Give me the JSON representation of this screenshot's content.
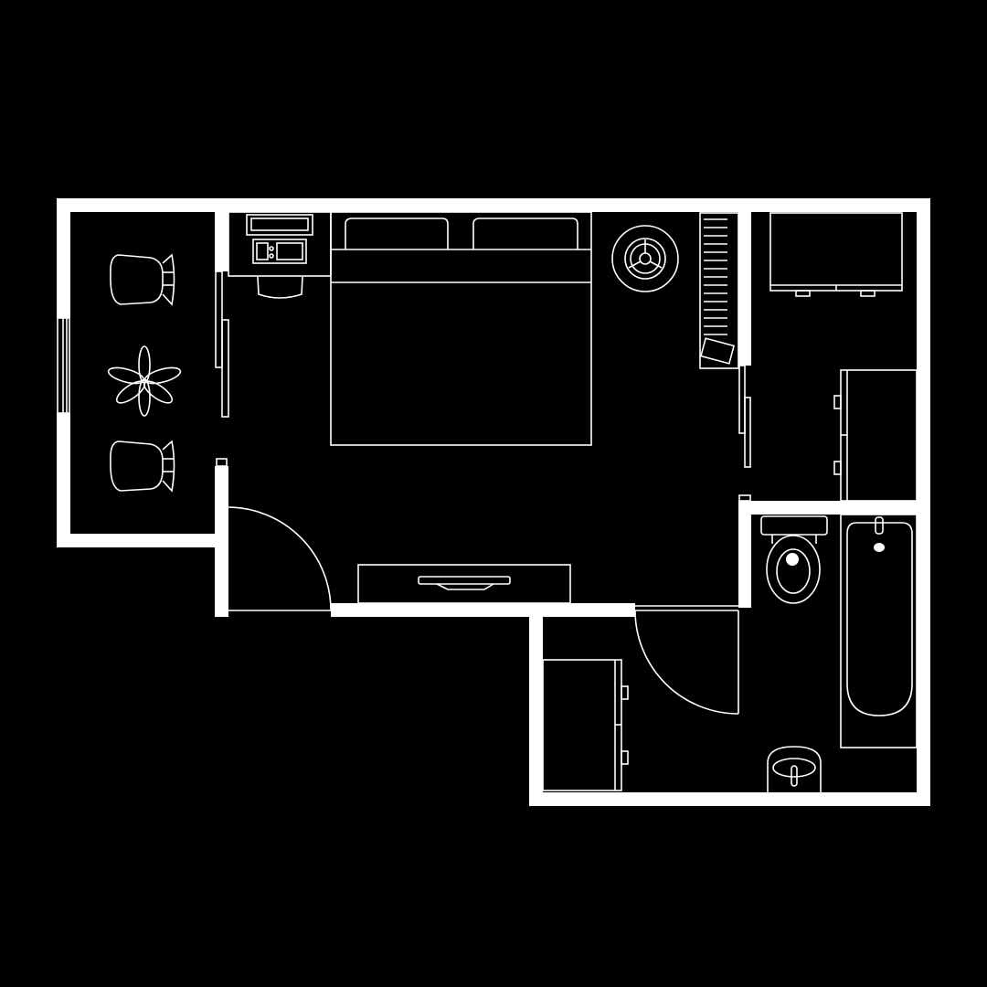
{
  "diagram": {
    "type": "floor-plan",
    "colors": {
      "background": "#000000",
      "walls": "#ffffff",
      "lines": "#ffffff"
    },
    "rooms": [
      "balcony",
      "bedroom",
      "closet",
      "toilet-bath",
      "bathroom"
    ],
    "icons": [
      "armchair-icon",
      "plant-icon",
      "desk-icon",
      "monitor-icon",
      "office-chair-icon",
      "double-bed-icon",
      "fan-icon",
      "radiator-icon",
      "wardrobe-icon",
      "toilet-icon",
      "bathtub-icon",
      "sink-icon",
      "tv-console-icon",
      "door-icon",
      "sliding-door-icon",
      "window-icon"
    ]
  }
}
